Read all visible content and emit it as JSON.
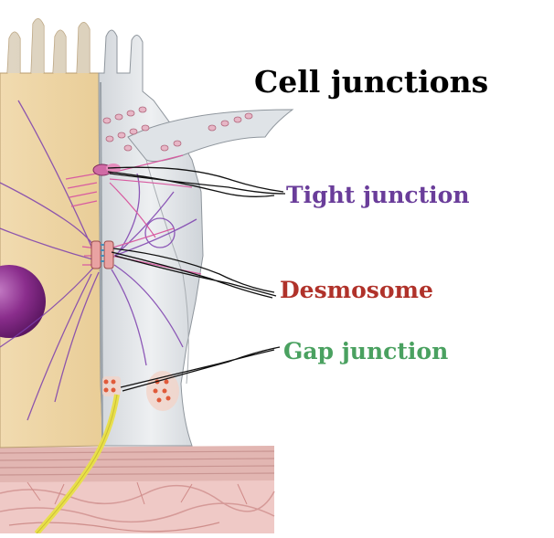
{
  "title": "Cell junctions",
  "labels": [
    {
      "text": "Tight junction",
      "color": "#6a3d9a"
    },
    {
      "text": "Desmosome",
      "color": "#b0322a"
    },
    {
      "text": "Gap junction",
      "color": "#4aa160"
    }
  ],
  "colors": {
    "left_cell": "#efd6a6",
    "right_cell": "#e6e9ec",
    "nucleus": "#8a2d8c",
    "basement": "#efcfcd",
    "nerve_fiber": "#e8df4c",
    "filament_purple": "#7d3fae",
    "filament_pink": "#d85aa0",
    "gap_dots": "#e05a3a",
    "annotation_lines": "#111111"
  }
}
